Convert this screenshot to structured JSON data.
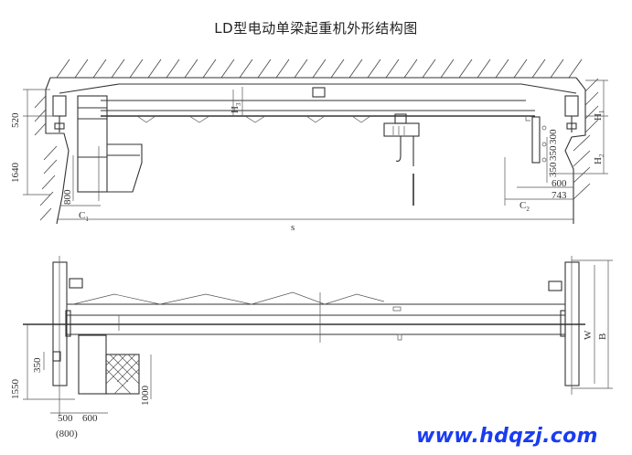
{
  "title": "LD型电动单梁起重机外形结构图",
  "watermark": "www.hdqzj.com",
  "front_view": {
    "dimensions": {
      "left_upper": "520",
      "left_lower": "1640",
      "cabin_offset": "800",
      "c1": "C",
      "c1_sub": "1",
      "c2": "C",
      "c2_sub": "2",
      "span": "s",
      "h3": "H",
      "h3_sub": "3",
      "h1": "H",
      "h1_sub": "1",
      "h2": "H",
      "h2_sub": "2",
      "right_300": "300",
      "right_350a": "350",
      "right_350b": "350",
      "right_600": "600",
      "right_743": "743"
    }
  },
  "top_view": {
    "dimensions": {
      "height_1550": "1550",
      "height_350": "350",
      "width_500": "500",
      "width_600": "600",
      "width_800": "(800)",
      "height_1000": "1000",
      "wheelbase": "W",
      "base_width": "B"
    }
  }
}
